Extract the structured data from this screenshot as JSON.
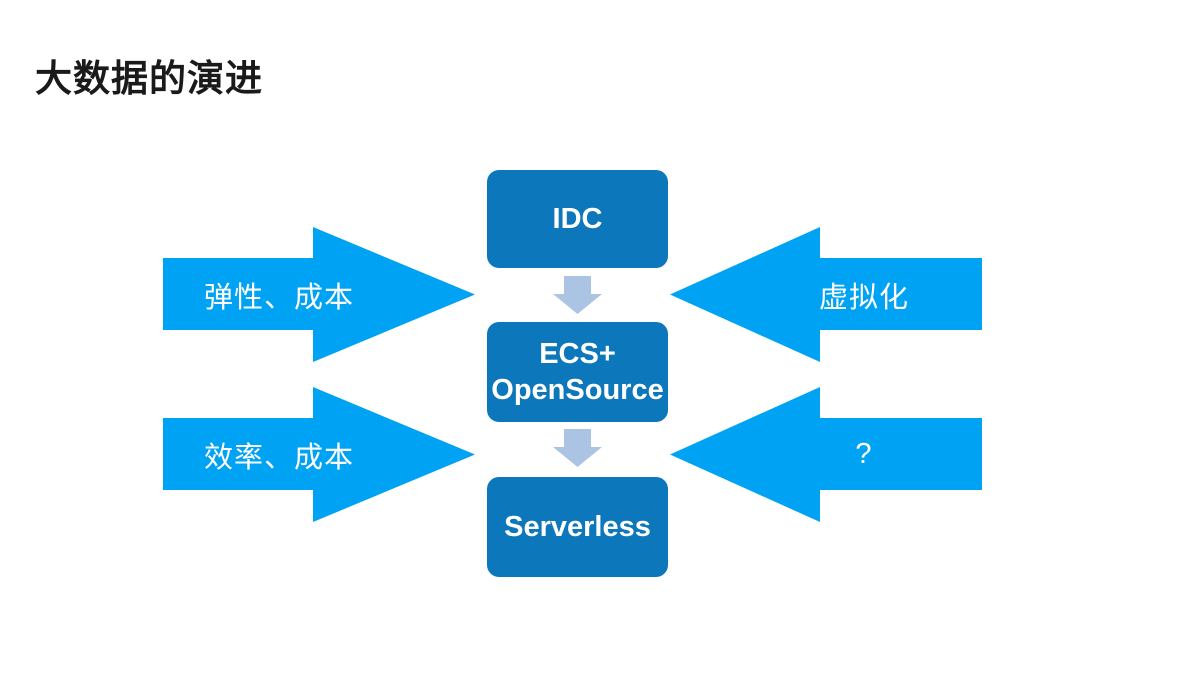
{
  "title": "大数据的演进",
  "colors": {
    "title_color": "#1a1a1a",
    "box_blue": "#0c77ba",
    "arrow_blue": "#00a3f3",
    "down_arrow_blue": "#abc4e4",
    "label_white": "#ffffff"
  },
  "stages": [
    {
      "label": "IDC"
    },
    {
      "label": "ECS+\nOpenSource"
    },
    {
      "label": "Serverless"
    }
  ],
  "drivers_left": [
    {
      "label": "弹性、成本"
    },
    {
      "label": "效率、成本"
    }
  ],
  "drivers_right": [
    {
      "label": "虚拟化"
    },
    {
      "label": "?"
    }
  ]
}
